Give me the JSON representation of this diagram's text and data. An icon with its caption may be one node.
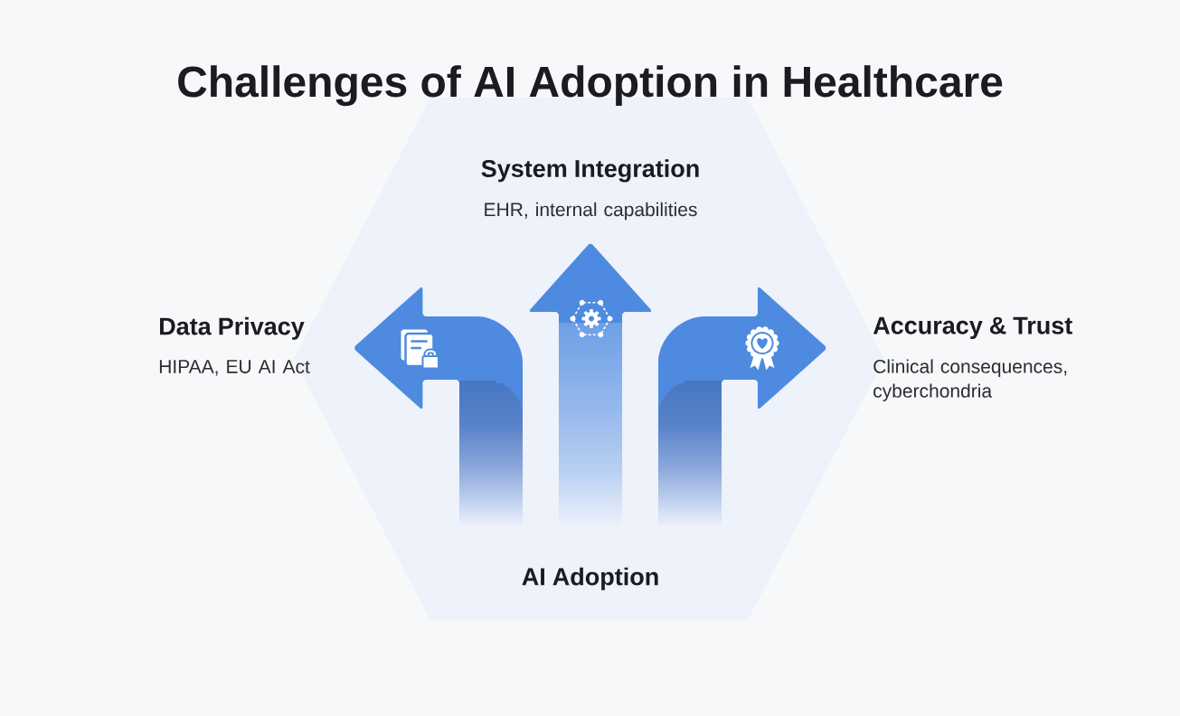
{
  "diagram": {
    "title": "Challenges of AI Adoption in Healthcare",
    "nodes": [
      {
        "text": [
          "System Integration",
          "EHR, internal capabilities"
        ]
      },
      {
        "text": [
          "Data Privacy",
          "HIPAA, EU AI Act"
        ]
      },
      {
        "text": [
          "Accuracy & Trust",
          "Clinical consequences, cyberchondria"
        ]
      },
      {
        "text": [
          "AI Adoption"
        ]
      }
    ],
    "edges": [
      {
        "from": 3,
        "to": 1,
        "arrow": "to"
      },
      {
        "from": 3,
        "to": 0,
        "arrow": "to"
      },
      {
        "from": 3,
        "to": 2,
        "arrow": "to"
      }
    ]
  }
}
